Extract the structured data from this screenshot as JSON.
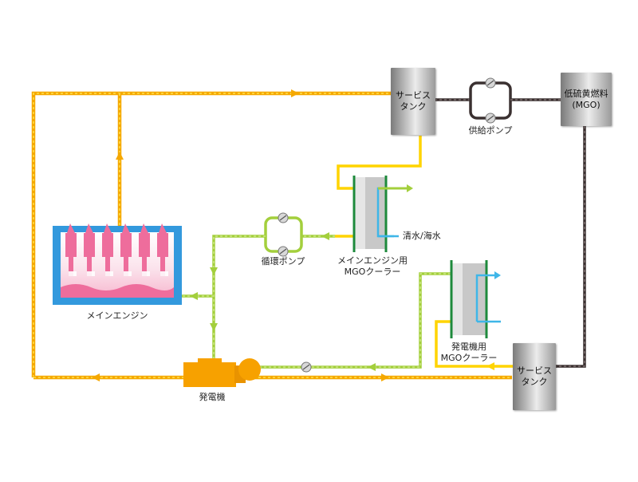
{
  "service_tank_top": {
    "line1": "サービス",
    "line2": "タンク"
  },
  "service_tank_bottom": {
    "line1": "サービス",
    "line2": "タンク"
  },
  "fuel_tank": {
    "line1": "低硫黄燃料",
    "line2": "(MGO)"
  },
  "supply_pump": "供給ポンプ",
  "circulation_pump": "循環ポンプ",
  "main_engine_cooler": {
    "line1": "メインエンジン用",
    "line2": "MGOクーラー"
  },
  "generator_cooler": {
    "line1": "発電機用",
    "line2": "MGOクーラー"
  },
  "cooling_water": "清水/海水",
  "main_engine": "メインエンジン",
  "generator": "発電機",
  "colors": {
    "fuel_orange": "#f5a800",
    "fuel_yellow": "#ffd400",
    "return_green": "#a3cf3c",
    "dark_line": "#3a3030",
    "engine_blue": "#3399dd",
    "engine_pink": "#ee6d9c",
    "cooler_green": "#1e8a3c",
    "water_blue": "#3fb6e8",
    "generator_orange": "#f7a100"
  }
}
